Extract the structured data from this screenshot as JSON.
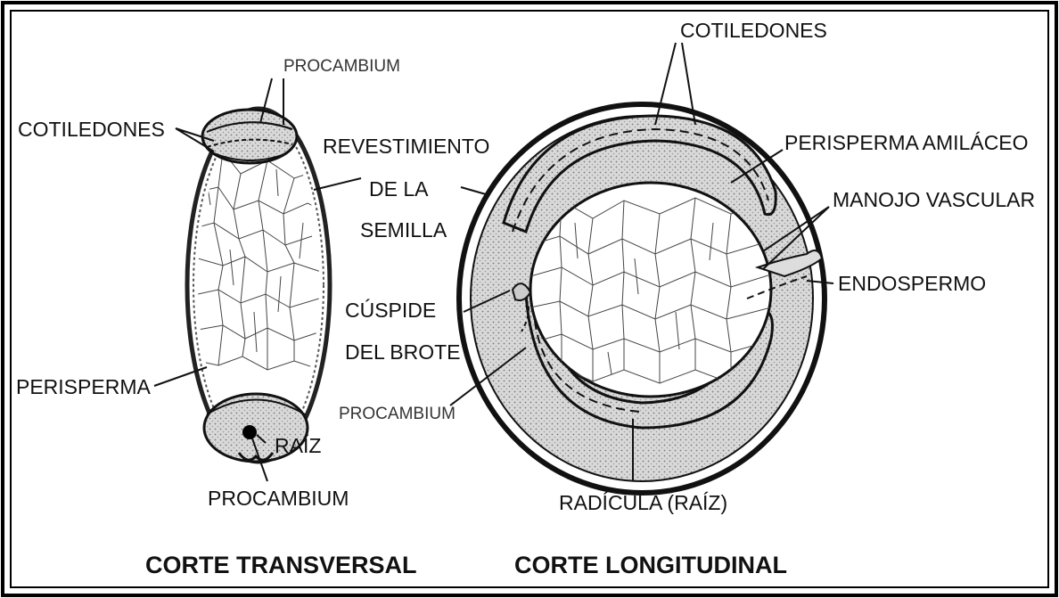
{
  "transversal": {
    "procambium_top": "PROCAMBIUM",
    "cotiledones": "COTILEDONES",
    "revestimiento_1": "REVESTIMIENTO",
    "revestimiento_2": "DE LA",
    "revestimiento_3": "SEMILLA",
    "perisperma": "PERISPERMA",
    "raiz": "RAÍZ",
    "procambium_bottom": "PROCAMBIUM",
    "caption": "CORTE TRANSVERSAL"
  },
  "longitudinal": {
    "cotiledones": "COTILEDONES",
    "perisperma_amilaceo": "PERISPERMA AMILÁCEO",
    "manojo_vascular": "MANOJO VASCULAR",
    "endospermo": "ENDOSPERMO",
    "cuspide_1": "CÚSPIDE",
    "cuspide_2": "DEL BROTE",
    "procambium": "PROCAMBIUM",
    "radicula": "RADÍCULA (RAÍZ)",
    "caption": "CORTE LONGITUDINAL"
  }
}
